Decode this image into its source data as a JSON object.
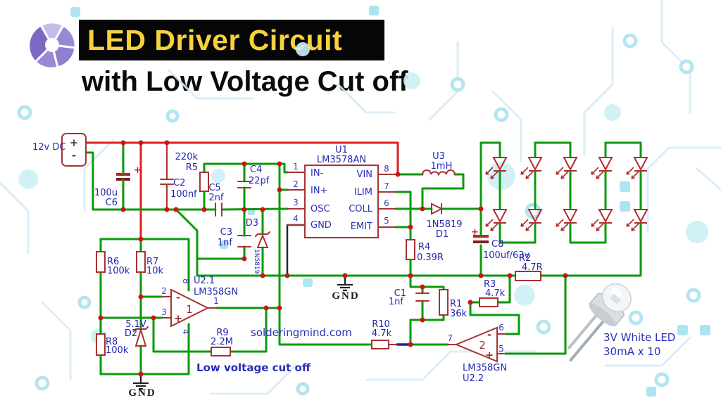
{
  "colors": {
    "accent_yellow": "#f6d23c",
    "title_bg": "#060606",
    "wire_green": "#0a9a0a",
    "wire_red": "#dd2020",
    "component_maroon": "#a83232",
    "label_blue": "#2328ae",
    "logo_purple": "#8d7cd2"
  },
  "header": {
    "title": "LED Driver Circuit",
    "subtitle": "with Low Voltage Cut off"
  },
  "sch": {
    "plus_sign": "+",
    "gnd_label": "GND",
    "source": {
      "label": "12v DC",
      "plus": "+",
      "minus": "-"
    },
    "c6": {
      "name": "C6",
      "value": "100u"
    },
    "c2": {
      "name": "C2",
      "value": "100nf"
    },
    "r5": {
      "name": "R5",
      "value": "220k"
    },
    "c4": {
      "name": "C4",
      "value": "22pf"
    },
    "c5": {
      "name": "C5",
      "value": "2nf"
    },
    "c3": {
      "name": "C3",
      "value": "1nf"
    },
    "d3": {
      "name": "D3",
      "part": "1N5819"
    },
    "u1": {
      "name": "U1",
      "part": "LM3578AN",
      "pins": {
        "p1": {
          "num": "1",
          "label": "IN-"
        },
        "p2": {
          "num": "2",
          "label": "IN+"
        },
        "p3": {
          "num": "3",
          "label": "OSC"
        },
        "p4": {
          "num": "4",
          "label": "GND"
        },
        "p5": {
          "num": "5",
          "label": "EMIT"
        },
        "p6": {
          "num": "6",
          "label": "COLL"
        },
        "p7": {
          "num": "7",
          "label": "ILIM"
        },
        "p8": {
          "num": "8",
          "label": "VIN"
        }
      }
    },
    "u3": {
      "name": "U3",
      "value": "1mH"
    },
    "d1": {
      "name": "D1",
      "part": "1N5819"
    },
    "r4": {
      "name": "R4",
      "value": "0.39R"
    },
    "c8": {
      "name": "C8",
      "value": "100uf/63v"
    },
    "r2": {
      "name": "R2",
      "value": "4.7R"
    },
    "r3": {
      "name": "R3",
      "value": "4.7k"
    },
    "r1": {
      "name": "R1",
      "value": "36k"
    },
    "c1": {
      "name": "C1",
      "value": "1nf"
    },
    "r10": {
      "name": "R10",
      "value": "4.7k"
    },
    "r9": {
      "name": "R9",
      "value": "2.2M"
    },
    "r6": {
      "name": "R6",
      "value": "100k"
    },
    "r7": {
      "name": "R7",
      "value": "10k"
    },
    "r8": {
      "name": "R8",
      "value": "100k"
    },
    "d2": {
      "name": "D2",
      "value": "5.1V"
    },
    "u21": {
      "name": "U2.1",
      "part": "LM358GN",
      "unit": "1",
      "pin_out": "1",
      "pin_inv": "2",
      "pin_noninv": "3",
      "pin_vcc": "8",
      "pin_gnd": "4",
      "minus": "-",
      "plus": "+"
    },
    "u22": {
      "name": "U2.2",
      "part": "LM358GN",
      "unit": "2",
      "pin_out": "7",
      "pin_inv": "6",
      "pin_noninv": "5",
      "minus": "-",
      "plus": "+"
    },
    "notes": {
      "cutoff": "Low voltage cut off",
      "site": "solderingmind.com",
      "led_name": "3V White LED",
      "led_spec": "30mA x 10"
    }
  }
}
